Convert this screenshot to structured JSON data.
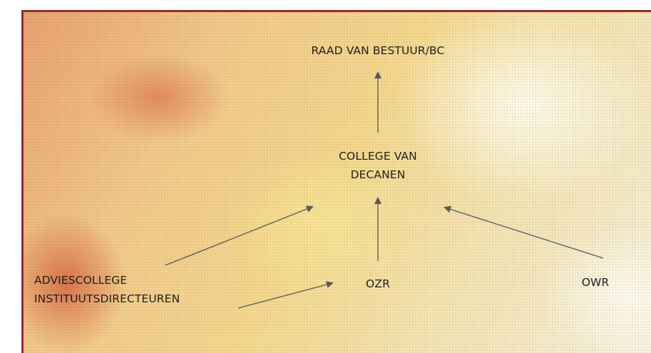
{
  "diagram": {
    "nodes": {
      "raad": "RAAD VAN BESTUUR/BC",
      "college_line1": "COLLEGE VAN",
      "college_line2": "DECANEN",
      "ozr": "OZR",
      "owr": "OWR",
      "advies_line1": "ADVIESCOLLEGE",
      "advies_line2": "INSTITUUTSDIRECTEUREN"
    },
    "edges": [
      {
        "from": "college",
        "to": "raad"
      },
      {
        "from": "ozr",
        "to": "college"
      },
      {
        "from": "advies",
        "to": "college"
      },
      {
        "from": "owr",
        "to": "college"
      },
      {
        "from": "advies",
        "to": "ozr"
      }
    ],
    "colors": {
      "border": "#9c2a22",
      "arrow": "#555a60",
      "text": "#1f1f1f"
    }
  }
}
